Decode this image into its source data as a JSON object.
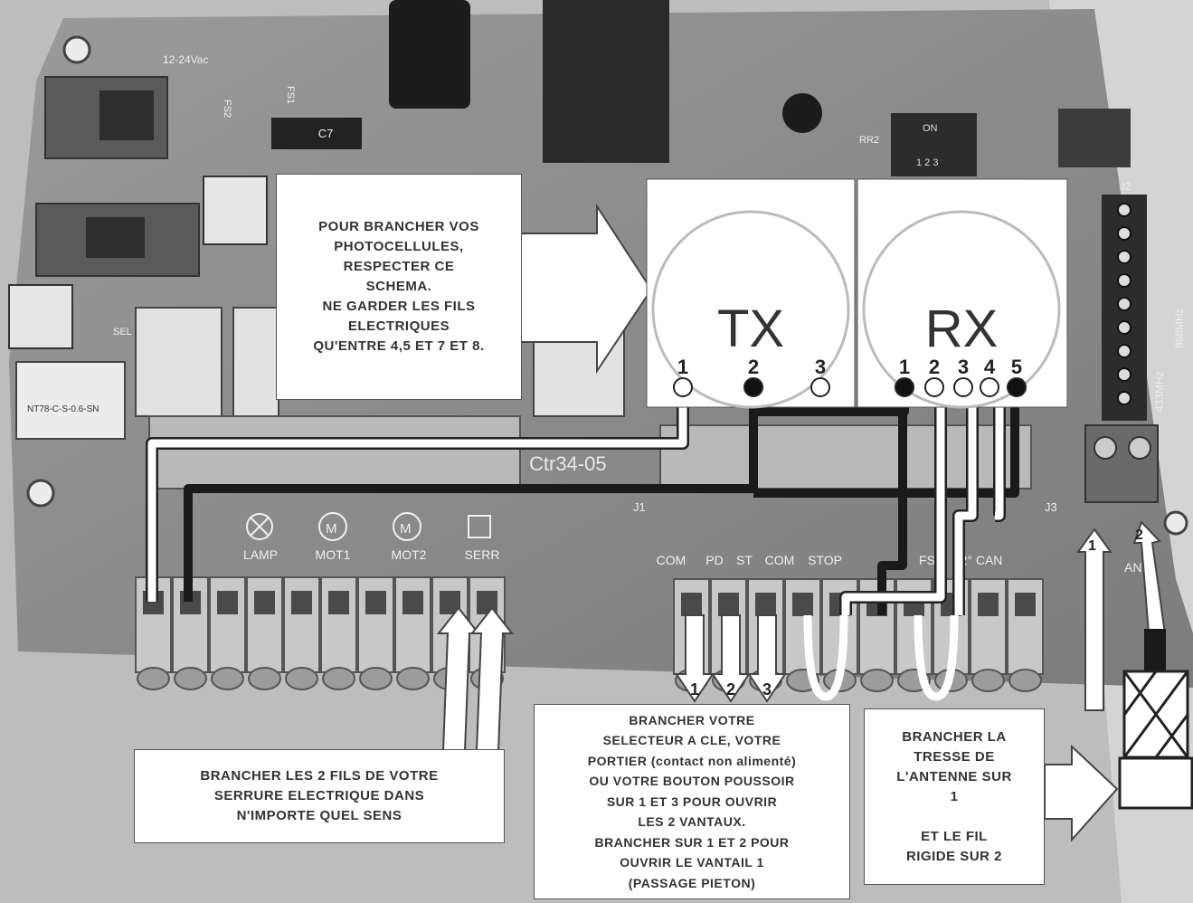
{
  "annotations": {
    "photocell_note": "POUR BRANCHER VOS\nPHOTOCELLULES,\nRESPECTER CE\nSCHEMA.\nNE GARDER LES FILS\nELECTRIQUES\nQU'ENTRE 4,5 ET 7 ET 8.",
    "lock_note": "BRANCHER LES 2 FILS DE VOTRE\nSERRURE ELECTRIQUE DANS\nN'IMPORTE QUEL SENS",
    "selector_note": "BRANCHER VOTRE\nSELECTEUR A CLE, VOTRE\nPORTIER (contact non alimenté)\nOU VOTRE BOUTON POUSSOIR\nSUR 1 ET 3 POUR OUVRIR\nLES 2 VANTAUX.\nBRANCHER SUR 1 ET 2 POUR\nOUVRIR LE VANTAIL 1\n(PASSAGE PIETON)",
    "antenna_note": "BRANCHER LA\nTRESSE DE\nL'ANTENNE SUR\n1\n\nET LE FIL\nRIGIDE SUR 2"
  },
  "devices": {
    "tx": {
      "label": "TX",
      "terminals": [
        "1",
        "2",
        "3"
      ]
    },
    "rx": {
      "label": "RX",
      "terminals": [
        "1",
        "2",
        "3",
        "4",
        "5"
      ]
    }
  },
  "board_labels": {
    "left_terminals": [
      "LAMP",
      "MOT1",
      "MOT2",
      "SERR"
    ],
    "right_terminals": [
      "COM",
      "PD",
      "ST",
      "COM",
      "STOP",
      "FS",
      "2° CAN"
    ],
    "antenna": "ANT",
    "j1": "J1",
    "j3": "J3",
    "j2": "J2",
    "freq_433": "433MHz",
    "freq_868": "868MHz",
    "c7": "C7",
    "dip_on": "ON",
    "dip_numbers": "1 2 3",
    "rr2": "RR2",
    "board_code": "Ctr34-05",
    "fuse1": "FS1",
    "fuse2": "FS2",
    "supply": "12-24Vac",
    "relay_text": "NT78-C-S-0.6-SN",
    "sel": "SEL"
  },
  "numbers": {
    "selector_arrows": [
      "1",
      "2",
      "3"
    ],
    "antenna_arrows": [
      "1",
      "2"
    ]
  },
  "colors": {
    "board": "#8a8a8a",
    "board_dark": "#6f6f6f",
    "wire_black": "#1a1a1a",
    "wire_white": "#ffffff",
    "background": "#ffffff"
  }
}
